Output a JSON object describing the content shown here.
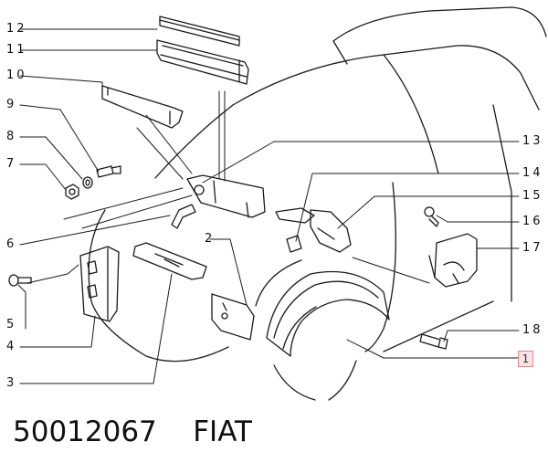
{
  "diagram": {
    "callouts": {
      "c12": "12",
      "c11": "11",
      "c10": "10",
      "c9": "9",
      "c8": "8",
      "c7": "7",
      "c6": "6",
      "c5": "5",
      "c4": "4",
      "c3": "3",
      "c2": "2",
      "c13": "13",
      "c14": "14",
      "c15": "15",
      "c16": "16",
      "c17": "17",
      "c18": "18",
      "c1": "1"
    }
  },
  "footer": {
    "part_number": "50012067",
    "brand": "FIAT"
  }
}
